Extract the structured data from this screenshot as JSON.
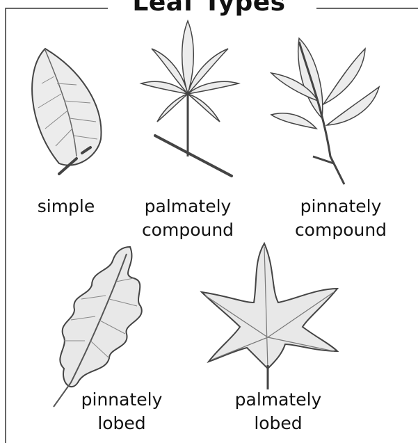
{
  "title": "Leaf Types",
  "leaves": [
    {
      "id": "simple",
      "line1": "simple",
      "line2": ""
    },
    {
      "id": "palmately-compound",
      "line1": "palmately",
      "line2": "compound"
    },
    {
      "id": "pinnately-compound",
      "line1": "pinnately",
      "line2": "compound"
    },
    {
      "id": "pinnately-lobed",
      "line1": "pinnately",
      "line2": "lobed"
    },
    {
      "id": "palmately-lobed",
      "line1": "palmately",
      "line2": "lobed"
    }
  ],
  "colors": {
    "line": "#444444",
    "fill": "#e6e6e6"
  }
}
